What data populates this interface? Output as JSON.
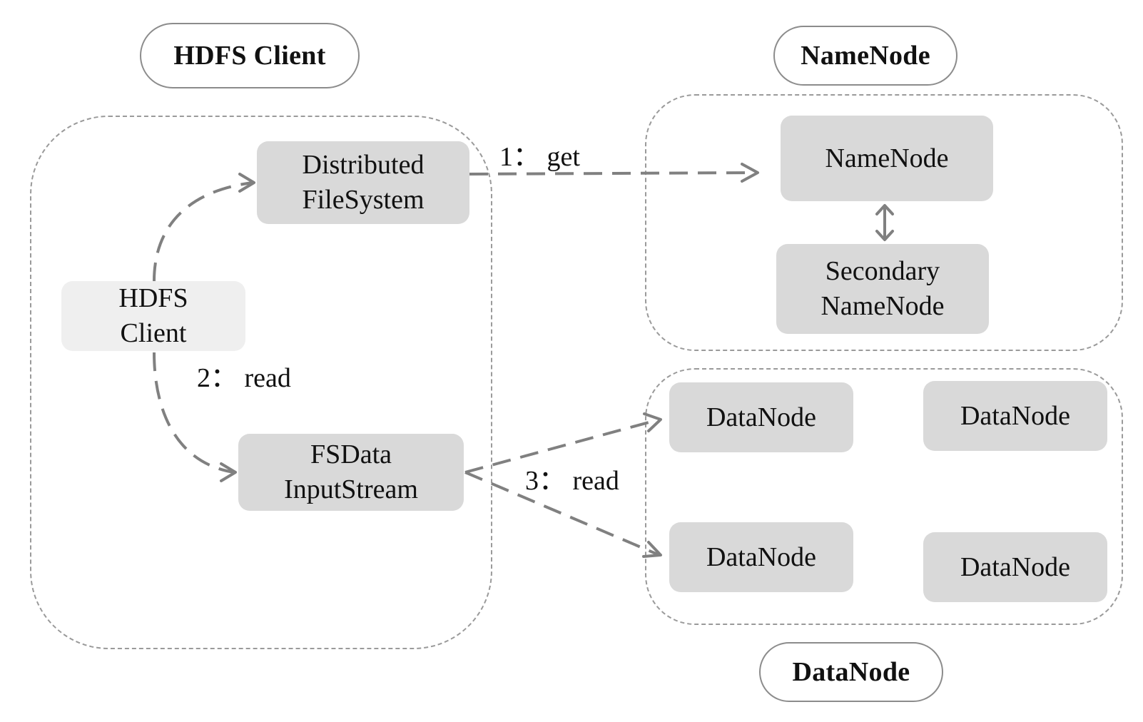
{
  "groups": {
    "client": {
      "title": "HDFS Client"
    },
    "namenode": {
      "title": "NameNode"
    },
    "datanode": {
      "title": "DataNode"
    }
  },
  "nodes": {
    "hdfs_client": {
      "line1": "HDFS",
      "line2": "Client"
    },
    "distributed_fs": {
      "line1": "Distributed",
      "line2": "FileSystem"
    },
    "fsdata_inputstream": {
      "line1": "FSData",
      "line2": "InputStream"
    },
    "namenode": {
      "label": "NameNode"
    },
    "secondary_namenode": {
      "line1": "Secondary",
      "line2": "NameNode"
    },
    "datanodes": [
      "DataNode",
      "DataNode",
      "DataNode",
      "DataNode"
    ]
  },
  "edges": {
    "get": "1： get",
    "read_client": "2： read",
    "read_datanode": "3： read"
  },
  "colors": {
    "box_fill": "#d9d9d9",
    "client_box_fill": "#efefef",
    "dashed_stroke": "#9a9a9a",
    "arrow_stroke": "#808080"
  }
}
